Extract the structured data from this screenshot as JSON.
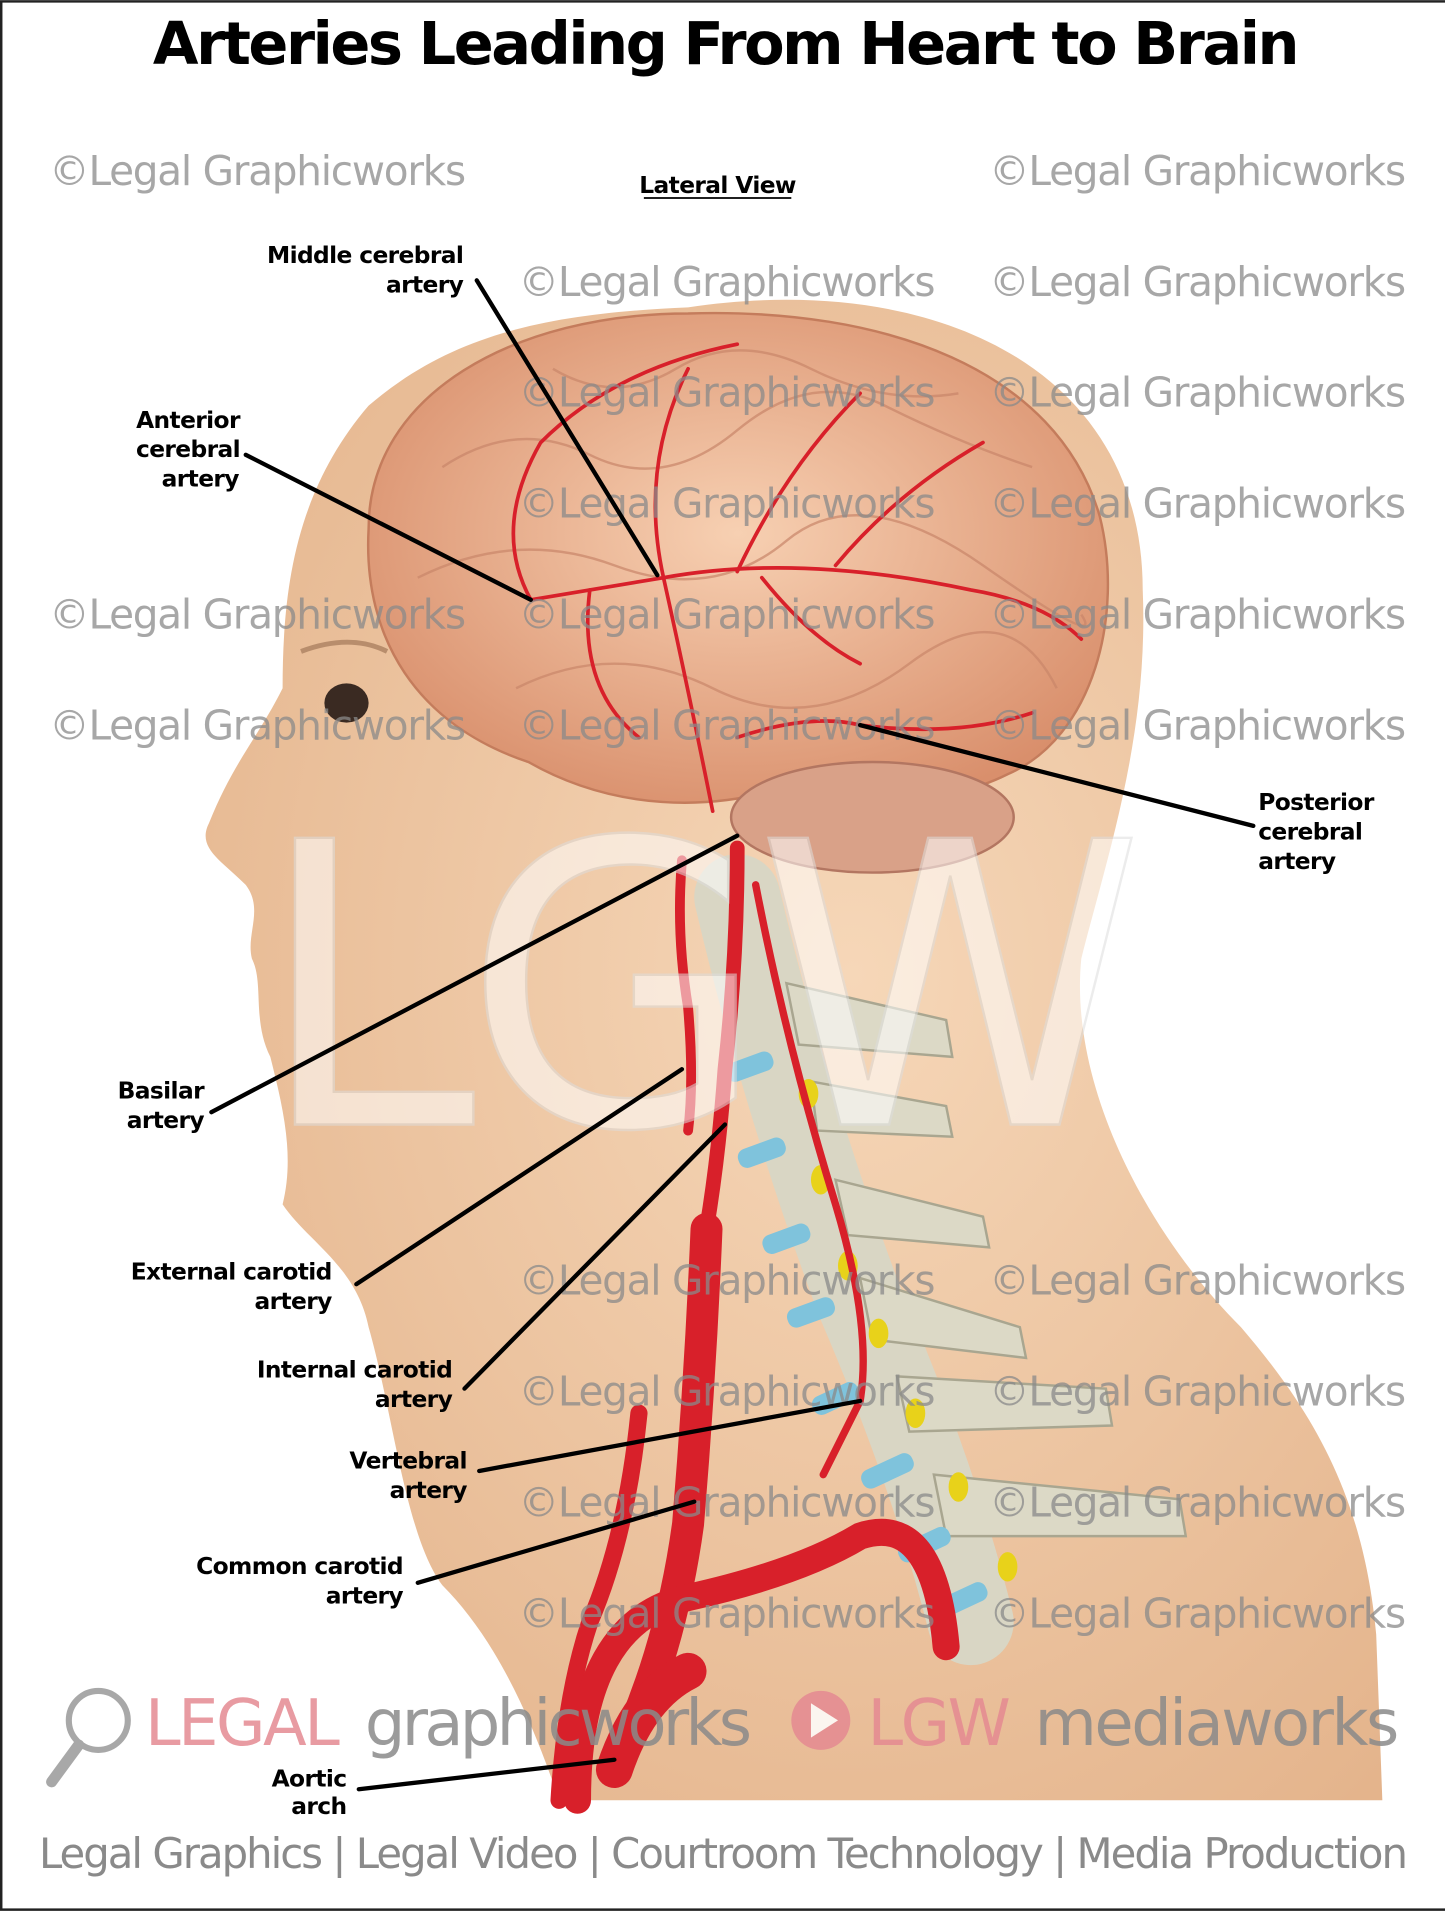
{
  "title": "Arteries Leading From Heart to Brain",
  "subtitle": "Lateral View",
  "watermark": "©Legal Graphicworks",
  "center_watermark": "LGW",
  "labels": {
    "middle_cerebral": [
      "Middle cerebral",
      "artery"
    ],
    "anterior_cerebral": [
      "Anterior",
      "cerebral",
      "artery"
    ],
    "posterior_cerebral": [
      "Posterior",
      "cerebral",
      "artery"
    ],
    "basilar": [
      "Basilar",
      "artery"
    ],
    "external_carotid": [
      "External carotid",
      "artery"
    ],
    "internal_carotid": [
      "Internal carotid",
      "artery"
    ],
    "vertebral": [
      "Vertebral",
      "artery"
    ],
    "common_carotid": [
      "Common carotid",
      "artery"
    ],
    "aortic_arch": [
      "Aortic",
      "arch"
    ]
  },
  "logo": {
    "legal": "LEGAL",
    "graphicworks": "graphicworks",
    "lgw": "LGW",
    "mediaworks": "mediaworks",
    "icons": [
      "magnifier-icon",
      "play-icon"
    ]
  },
  "tagline": "Legal Graphics | Legal Video | Courtroom Technology | Media Production",
  "colors": {
    "artery": "#d8202a",
    "skin": "#f0c9a4",
    "brain": "#eab08e",
    "logo_pink": "#e58a92",
    "logo_gray": "#8a8a8a",
    "disc": "#7fc3dc",
    "nerve": "#e8d21a"
  }
}
